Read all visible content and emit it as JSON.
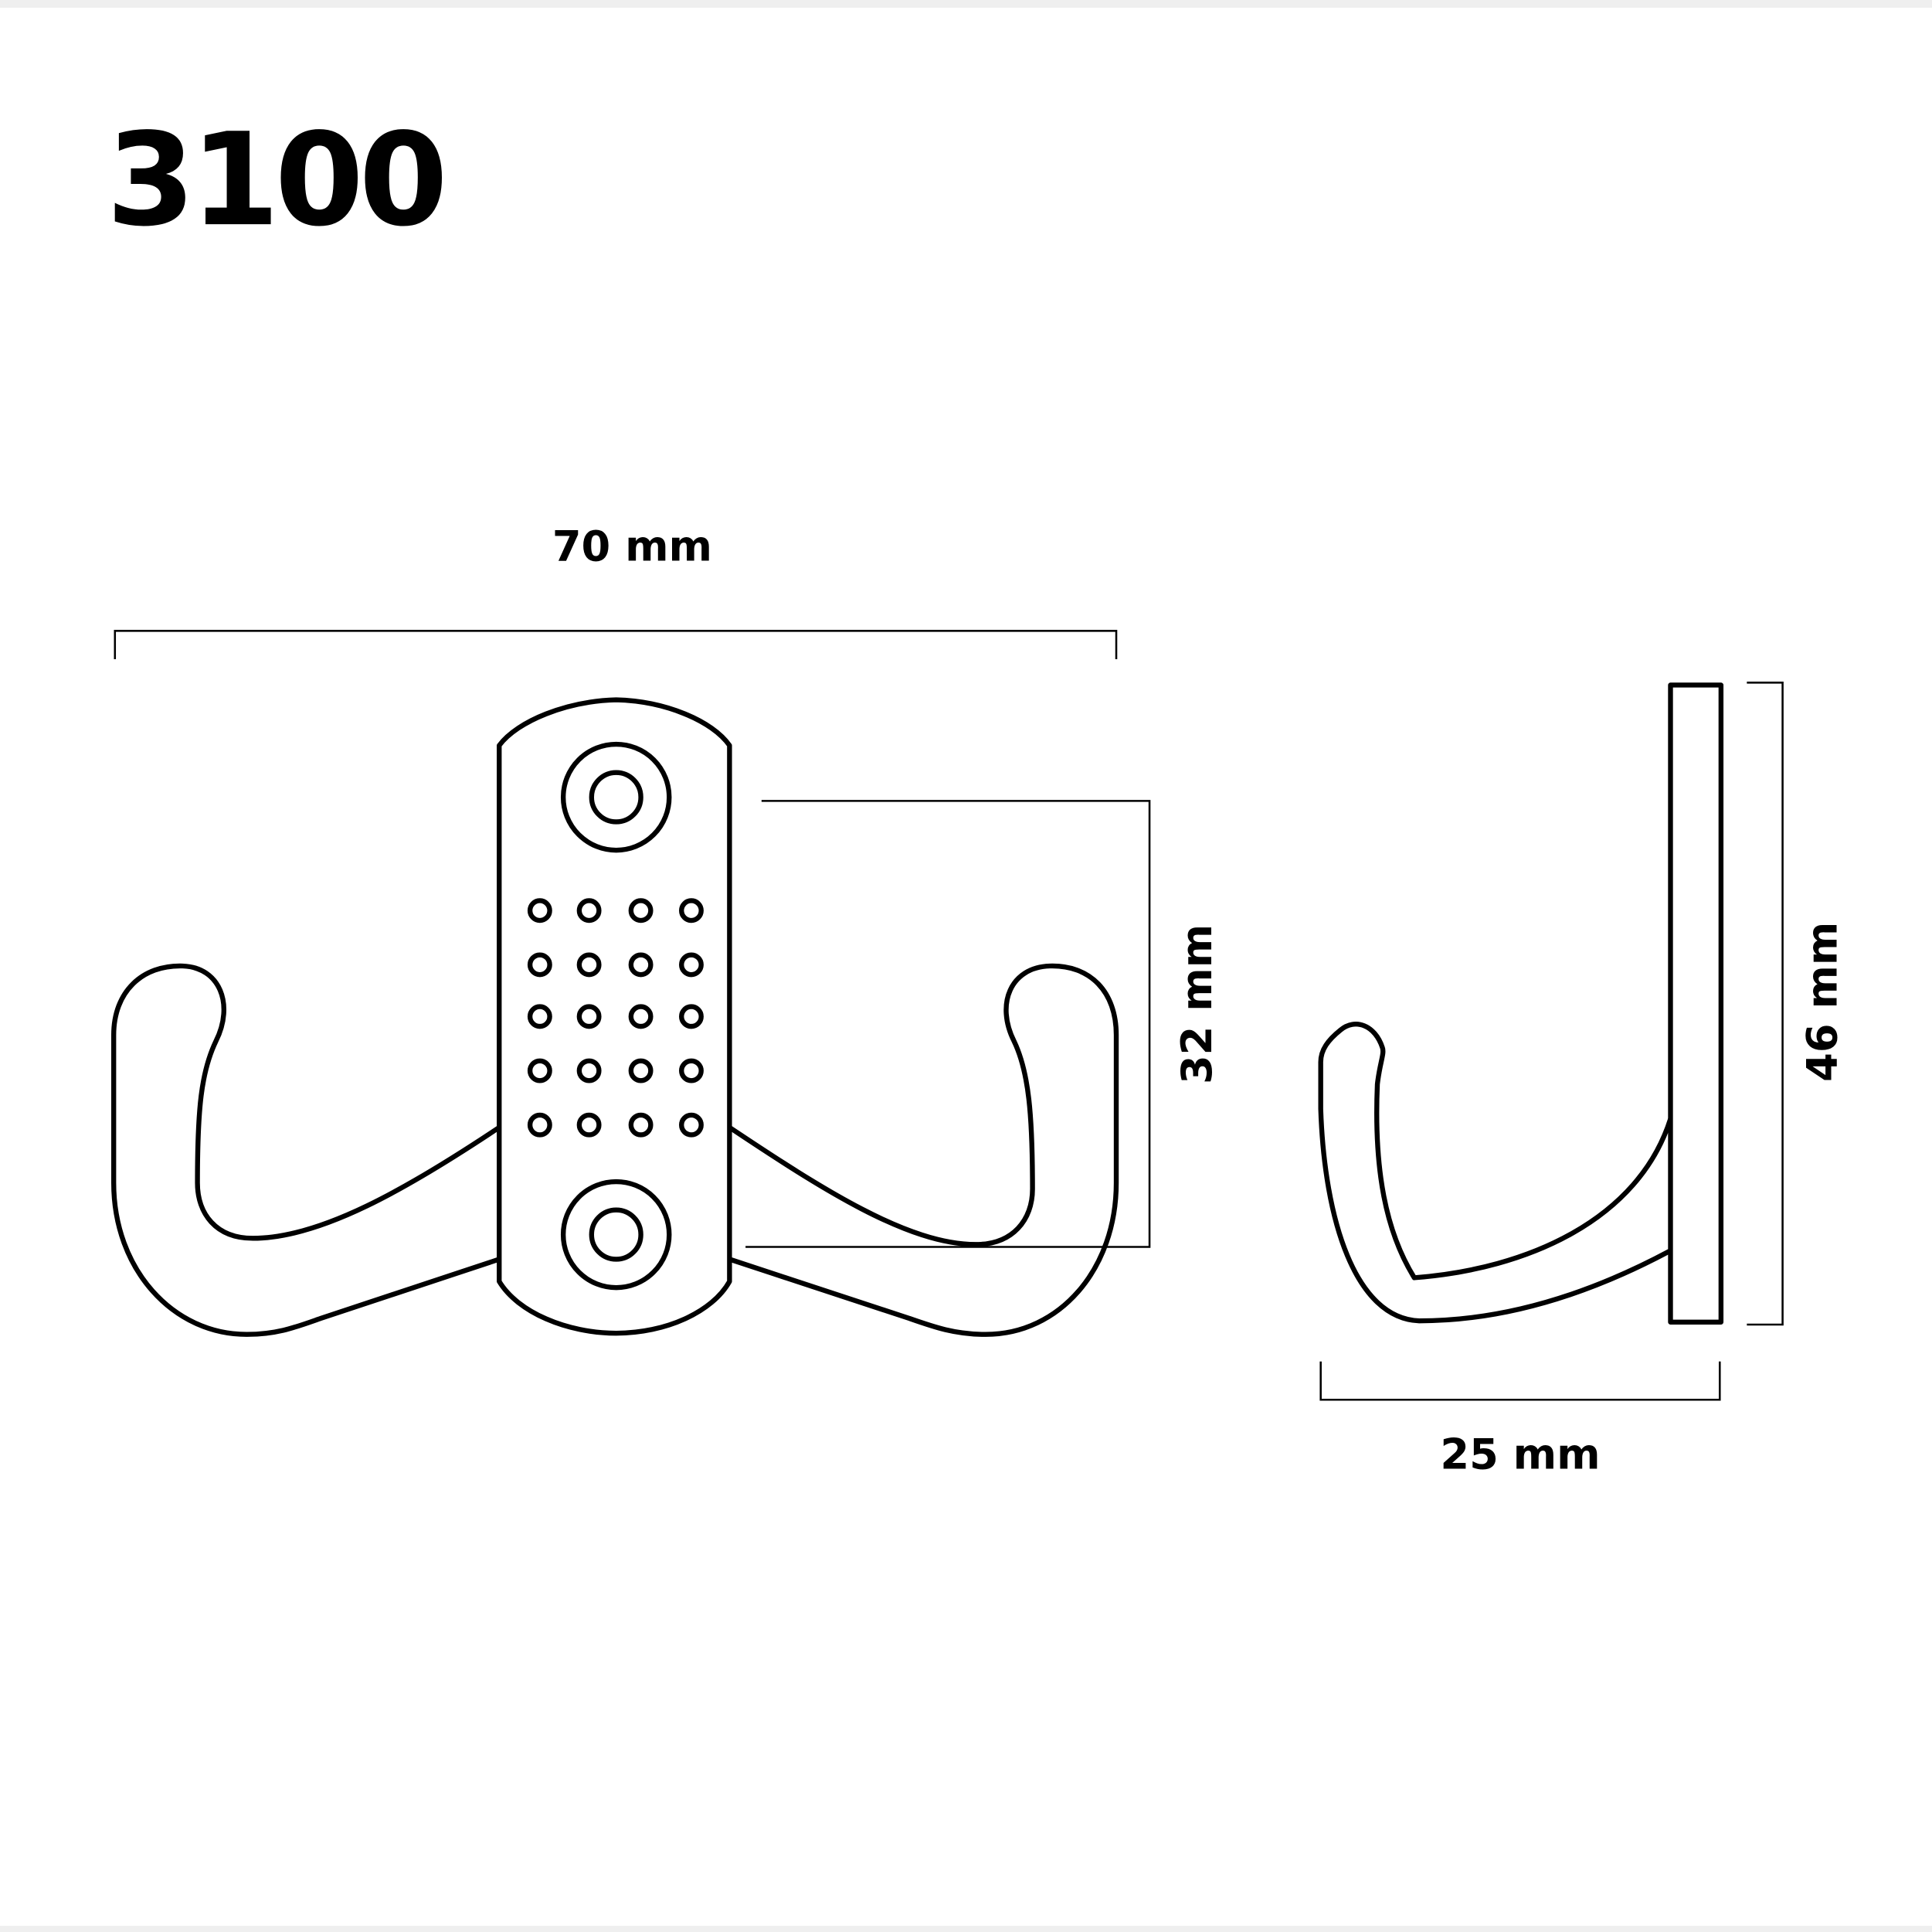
{
  "title": "3100",
  "dimensions": {
    "width": "70 mm",
    "hole_spacing": "32 mm",
    "height": "46 mm",
    "depth": "25 mm"
  }
}
